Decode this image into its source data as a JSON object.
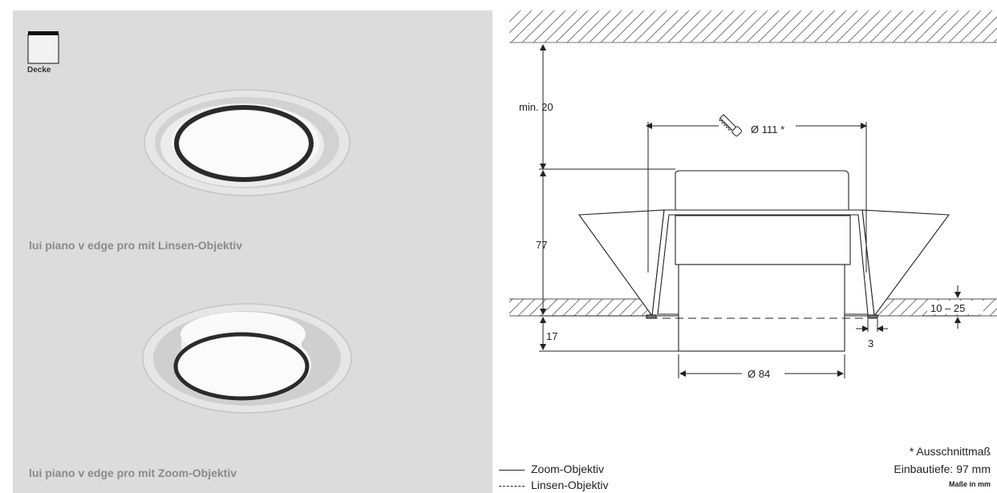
{
  "left_panel": {
    "ceiling_icon_label": "Decke",
    "caption_top": "lui piano v edge pro mit Linsen-Objektiv",
    "caption_bottom": "lui piano v edge pro mit Zoom-Objektiv"
  },
  "dimensions": {
    "clearance_label": "min. 20",
    "cutout_label": "Ø 111 *",
    "body_height_label": "77",
    "ceiling_thickness_label": "10 – 25",
    "protrusion_label": "17",
    "rim_offset_label": "3",
    "lens_diameter_label": "Ø 84"
  },
  "legend": {
    "zoom": "Zoom-Objektiv",
    "linsen": "Linsen-Objektiv"
  },
  "notes": {
    "cutout_note": "* Ausschnittmaß",
    "installation_depth": "Einbautiefe:  97 mm",
    "units": "Maße in mm"
  }
}
